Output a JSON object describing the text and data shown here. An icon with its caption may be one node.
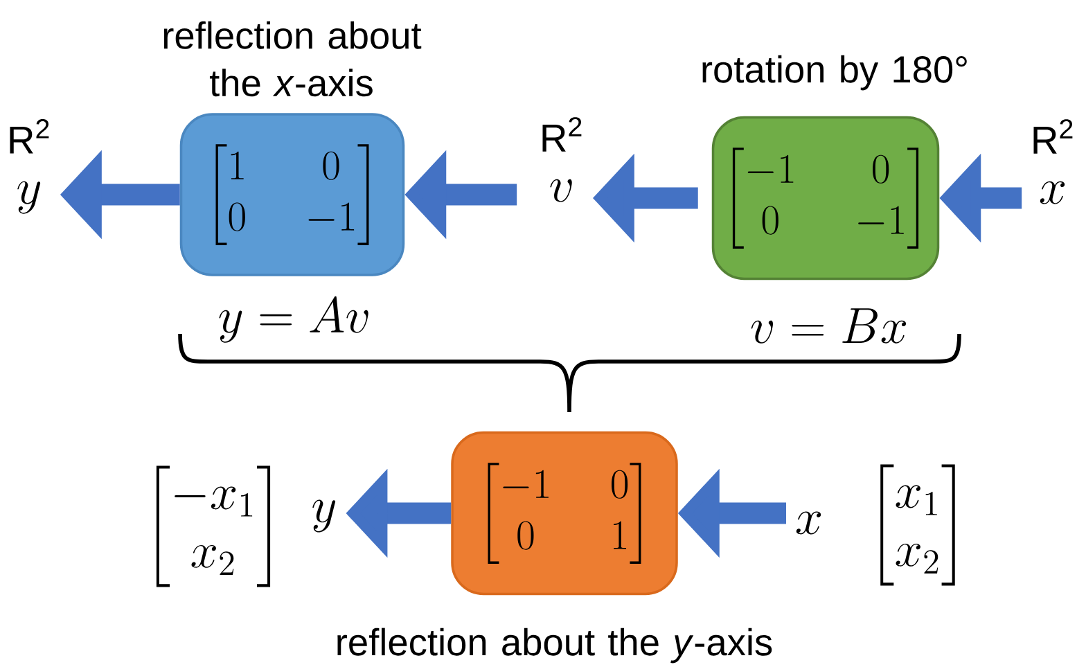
{
  "diagram": {
    "nodes": [
      {
        "text": [
          "reflection about the *x*-axis",
          "\\begin{bmatrix}1 & 0\\\\0 & -1\\end{bmatrix}"
        ],
        "beside": [
          "y = Av"
        ]
      },
      {
        "text": [
          "rotation by 180°",
          "\\begin{bmatrix}-1 & 0\\\\0 & -1\\end{bmatrix}"
        ],
        "beside": [
          "v = Bx"
        ]
      },
      {
        "text": [
          "\\begin{bmatrix}-1 & 0\\\\0 & 1\\end{bmatrix}",
          "reflection about the *y*-axis"
        ]
      },
      {
        "text": [
          "R$^{2}$",
          "y"
        ]
      },
      {
        "text": [
          "R$^{2}$",
          "v"
        ]
      },
      {
        "text": [
          "R$^{2}$",
          "x"
        ]
      },
      {
        "text": [
          "y"
        ],
        "beside": [
          "\\begin{bmatrix}-x_1\\\\x_2\\end{bmatrix}"
        ]
      },
      {
        "text": [
          "x"
        ],
        "beside": [
          "\\begin{bmatrix}x_1\\\\x_2\\end{bmatrix}"
        ]
      }
    ],
    "edges": [
      {
        "from": 5,
        "to": 1,
        "arrow": "to"
      },
      {
        "from": 1,
        "to": 4,
        "arrow": "to"
      },
      {
        "from": 4,
        "to": 0,
        "arrow": "to"
      },
      {
        "from": 0,
        "to": 3,
        "arrow": "to"
      },
      {
        "from": 7,
        "to": 2,
        "arrow": "to"
      },
      {
        "from": 2,
        "to": 6,
        "arrow": "to"
      }
    ]
  }
}
